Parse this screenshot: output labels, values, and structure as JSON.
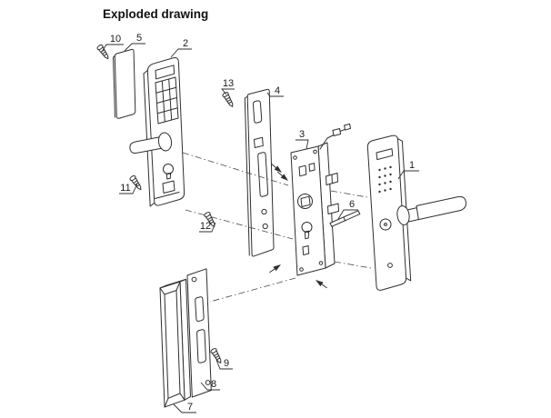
{
  "page": {
    "title": "Exploded drawing"
  },
  "diagram": {
    "background_color": "#ffffff",
    "line_color": "#2f2f2f",
    "labels": [
      {
        "text": "1"
      },
      {
        "text": "2"
      },
      {
        "text": "3"
      },
      {
        "text": "4"
      },
      {
        "text": "5"
      },
      {
        "text": "6"
      },
      {
        "text": "7"
      },
      {
        "text": "8"
      },
      {
        "text": "9"
      },
      {
        "text": "10"
      },
      {
        "text": "11"
      },
      {
        "text": "12"
      },
      {
        "text": "13"
      }
    ]
  }
}
